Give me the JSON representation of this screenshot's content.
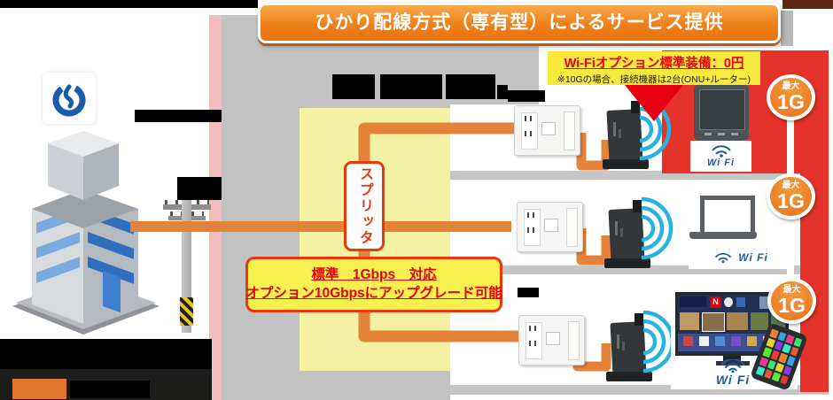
{
  "banner": {
    "title": "ひかり配線方式（専有型）によるサービス提供"
  },
  "wifi_callout": {
    "line1": "Wi-Fiオプション標準装備：0円",
    "line2": "※10Gの場合、接続機器は2台(ONU+ルーター)"
  },
  "upgrade_box": {
    "line1": "標準　1Gbps　対応",
    "line2": "オプション10Gbpsにアップグレード可能"
  },
  "splitter": {
    "label": "スプリッタ"
  },
  "rooms": [
    {
      "badge_small": "最大",
      "badge_value": "1G",
      "wifi_label": "Wi Fi"
    },
    {
      "badge_small": "最大",
      "badge_value": "1G",
      "wifi_label": "Wi Fi"
    },
    {
      "badge_small": "最大",
      "badge_value": "1G",
      "wifi_label": "Wi Fi"
    }
  ],
  "tv": {
    "app_tile_letter": "N"
  },
  "colors": {
    "banner_orange": "#ee7f1a",
    "cable_orange": "#e5823a",
    "panel_red": "#e5332b",
    "accent_red": "#e60012",
    "callout_yellow": "#f8e93c",
    "shaft_yellow": "#f5f1a3",
    "slab_gray": "#c2c2c2",
    "pink_strip": "#f2bdbd",
    "wifi_blue": "#2257a5",
    "signal_cyan": "#29b2e0",
    "badge_orange": "#e8731c",
    "ntt_blue": "#1a5cab"
  }
}
